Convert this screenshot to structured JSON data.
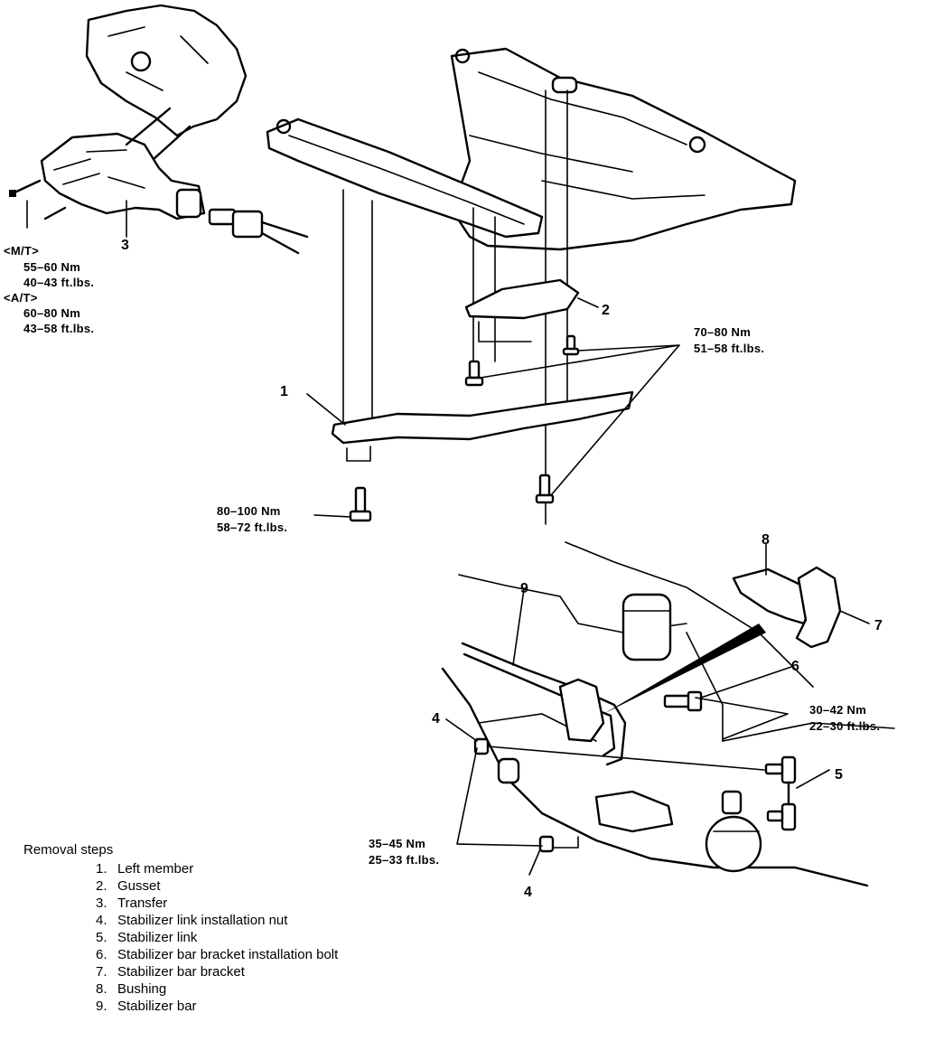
{
  "callouts": {
    "c1": "1",
    "c2": "2",
    "c3": "3",
    "c4a": "4",
    "c4b": "4",
    "c5": "5",
    "c6": "6",
    "c7": "7",
    "c8": "8",
    "c9": "9"
  },
  "transfer_torque": {
    "mt_label": "<M/T>",
    "mt_nm": "55–60  Nm",
    "mt_ftlbs": "40–43  ft.lbs.",
    "at_label": "<A/T>",
    "at_nm": "60–80  Nm",
    "at_ftlbs": "43–58  ft.lbs."
  },
  "torques": {
    "gusset_nm": "70–80  Nm",
    "gusset_ftlbs": "51–58  ft.lbs.",
    "member_nm": "80–100  Nm",
    "member_ftlbs": "58–72  ft.lbs.",
    "bracket_nm": "30–42  Nm",
    "bracket_ftlbs": "22–30  ft.lbs.",
    "link_nm": "35–45  Nm",
    "link_ftlbs": "25–33  ft.lbs."
  },
  "removal": {
    "title": "Removal steps",
    "steps": [
      {
        "n": "1.",
        "text": "Left member"
      },
      {
        "n": "2.",
        "text": "Gusset"
      },
      {
        "n": "3.",
        "text": "Transfer"
      },
      {
        "n": "4.",
        "text": "Stabilizer link installation nut"
      },
      {
        "n": "5.",
        "text": "Stabilizer link"
      },
      {
        "n": "6.",
        "text": "Stabilizer bar bracket installation bolt"
      },
      {
        "n": "7.",
        "text": "Stabilizer bar bracket"
      },
      {
        "n": "8.",
        "text": "Bushing"
      },
      {
        "n": "9.",
        "text": "Stabilizer bar"
      }
    ]
  }
}
